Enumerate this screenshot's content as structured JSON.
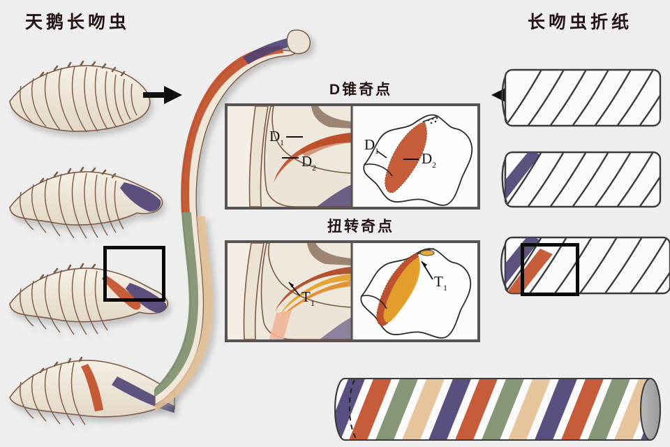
{
  "figure": {
    "background_color": "#eeeeee",
    "left_column_title": "天鹅长吻虫",
    "right_column_title": "长吻虫折纸"
  },
  "panels": [
    {
      "id": "dcone",
      "title": "D锥奇点",
      "labels": [
        {
          "text": "D",
          "sub": "1"
        },
        {
          "text": "D",
          "sub": "2"
        }
      ]
    },
    {
      "id": "twist",
      "title": "扭转奇点",
      "labels": [
        {
          "text": "T",
          "sub": "1"
        }
      ]
    }
  ],
  "labels": {
    "d1": "D",
    "d1_sub": "1",
    "d2": "D",
    "d2_sub": "2",
    "t1": "T",
    "t1_sub": "1"
  },
  "colors": {
    "background": "#eeeeee",
    "body_cream": "#ece3d6",
    "body_cream_light": "#f3ece1",
    "outline_brown": "#7a5a44",
    "stripe_red": "#c2502a",
    "stripe_green": "#7d8f6e",
    "stripe_tan": "#e5c195",
    "stripe_purple": "#4e4274",
    "stripe_orange": "#e4a12a",
    "stripe_salmon": "#f0b59a",
    "frame_gray": "#555353",
    "box_black": "#0a0a0a",
    "paper_white": "#fbfbfb",
    "tube_outline": "#3a3a3c"
  },
  "stripe_sequence": [
    "#4e4274",
    "#c2502a",
    "#7d8f6e",
    "#e5c195"
  ],
  "arrows": [
    {
      "id": "left-arrow",
      "direction": "right"
    },
    {
      "id": "right-arrow",
      "direction": "left"
    }
  ],
  "specimens": [
    {
      "id": "worm-1",
      "stripes": []
    },
    {
      "id": "worm-2",
      "stripes": [
        "#4e4274"
      ]
    },
    {
      "id": "worm-3",
      "stripes": [
        "#c2502a",
        "#4e4274"
      ],
      "highlighted": true
    },
    {
      "id": "worm-4",
      "stripes": [
        "#c2502a",
        "#4e4274",
        "#e5c195"
      ]
    }
  ],
  "origami": [
    {
      "id": "tube-1",
      "stripes": []
    },
    {
      "id": "tube-2",
      "stripes": [
        "#4e4274"
      ]
    },
    {
      "id": "tube-3",
      "stripes": [
        "#4e4274",
        "#c2502a"
      ],
      "highlighted": true
    },
    {
      "id": "tube-4",
      "stripes": [
        "#4e4274",
        "#c2502a",
        "#7d8f6e",
        "#e5c195"
      ]
    }
  ]
}
